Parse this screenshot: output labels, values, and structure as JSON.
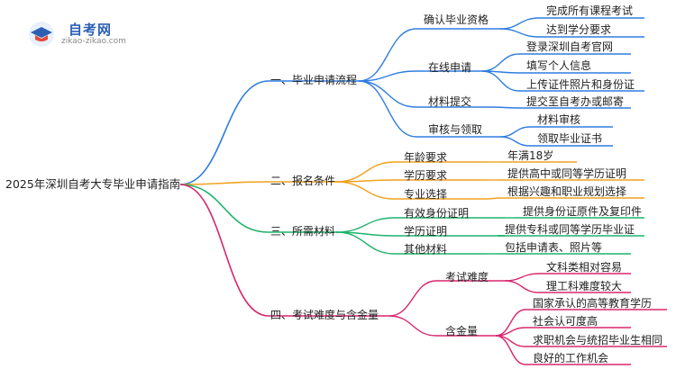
{
  "logo": {
    "title": "自考网",
    "url": "zikao-zikao.com"
  },
  "root": "2025年深圳自考大专毕业申请指南",
  "branches": [
    {
      "label": "一、毕业申请流程",
      "color": "#2f7de1",
      "children": [
        {
          "label": "确认毕业资格",
          "children": [
            "完成所有课程考试",
            "达到学分要求"
          ]
        },
        {
          "label": "在线申请",
          "children": [
            "登录深圳自考官网",
            "填写个人信息",
            "上传证件照片和身份证"
          ]
        },
        {
          "label": "材料提交",
          "children": [
            "提交至自考办或邮寄"
          ]
        },
        {
          "label": "审核与领取",
          "children": [
            "材料审核",
            "领取毕业证书"
          ]
        }
      ]
    },
    {
      "label": "二、报名条件",
      "color": "#f0a21e",
      "children": [
        {
          "label": "年龄要求",
          "children": [
            "年满18岁"
          ]
        },
        {
          "label": "学历要求",
          "children": [
            "提供高中或同等学历证明"
          ]
        },
        {
          "label": "专业选择",
          "children": [
            "根据兴趣和职业规划选择"
          ]
        }
      ]
    },
    {
      "label": "三、所需材料",
      "color": "#1db36b",
      "children": [
        {
          "label": "有效身份证明",
          "children": [
            "提供身份证原件及复印件"
          ]
        },
        {
          "label": "学历证明",
          "children": [
            "提供专科或同等学历毕业证"
          ]
        },
        {
          "label": "其他材料",
          "children": [
            "包括申请表、照片等"
          ]
        }
      ]
    },
    {
      "label": "四、考试难度与含金量",
      "color": "#d8266e",
      "children": [
        {
          "label": "考试难度",
          "children": [
            "文科类相对容易",
            "理工科难度较大"
          ]
        },
        {
          "label": "含金量",
          "children": [
            "国家承认的高等教育学历",
            "社会认可度高",
            "求职机会与统招毕业生相同",
            "良好的工作机会"
          ]
        }
      ]
    }
  ]
}
